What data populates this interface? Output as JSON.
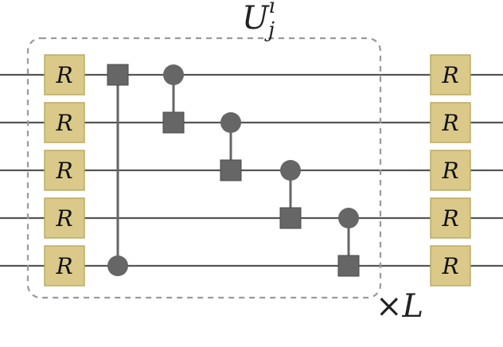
{
  "diagram": {
    "block_label": {
      "base": "U",
      "superscript": "i",
      "subscript": "j"
    },
    "repeat_label": "×L",
    "qubit_count": 5,
    "gate_label": "R",
    "colors": {
      "wire": "#555555",
      "gate_fill": "#dbc98a",
      "gate_stroke": "#b8a860",
      "control": "#666666",
      "target": "#666666",
      "dashed_border": "#9a9a9a"
    },
    "layers": [
      {
        "name": "initial-rotation-layer",
        "qubits": [
          0,
          1,
          2,
          3,
          4
        ],
        "gate": "R"
      },
      {
        "name": "final-rotation-layer",
        "qubits": [
          0,
          1,
          2,
          3,
          4
        ],
        "gate": "R"
      }
    ],
    "controlled_gates": [
      {
        "control": 4,
        "target": 0
      },
      {
        "control": 0,
        "target": 1
      },
      {
        "control": 1,
        "target": 2
      },
      {
        "control": 2,
        "target": 3
      },
      {
        "control": 3,
        "target": 4
      }
    ]
  }
}
